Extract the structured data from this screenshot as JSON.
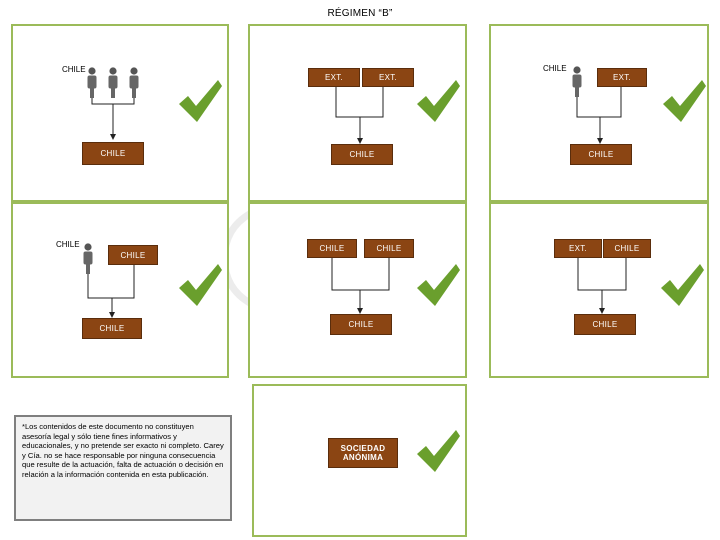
{
  "title": "RÉGIMEN “B”",
  "colors": {
    "panel_border": "#9bbb59",
    "box_fill": "#8b4513",
    "check": "#6a9f2d"
  },
  "icons": {
    "person": "person-icon",
    "check": "checkmark-icon"
  },
  "panels": {
    "p1": {
      "top_label": "CHILE",
      "bottom_box": "CHILE"
    },
    "p2": {
      "box_left": "EXT.",
      "box_right": "EXT.",
      "bottom_box": "CHILE"
    },
    "p3": {
      "top_label": "CHILE",
      "box_right": "EXT.",
      "bottom_box": "CHILE"
    },
    "p4": {
      "top_label": "CHILE",
      "box_right": "CHILE",
      "bottom_box": "CHILE"
    },
    "p5": {
      "box_left": "CHILE",
      "box_right": "CHILE",
      "bottom_box": "CHILE"
    },
    "p6": {
      "box_left": "EXT.",
      "box_right": "CHILE",
      "bottom_box": "CHILE"
    },
    "p7": {
      "box_line1": "SOCIEDAD",
      "box_line2": "ANÓNIMA"
    }
  },
  "disclaimer": "*Los contenidos de este documento no constituyen asesoría legal y sólo tiene fines informativos y educacionales, y no pretende ser exacto ni completo. Carey y Cía. no se hace responsable por ninguna consecuencia que resulte de la actuación, falta de actuación o decisión en relación a la información contenida en esta publicación."
}
